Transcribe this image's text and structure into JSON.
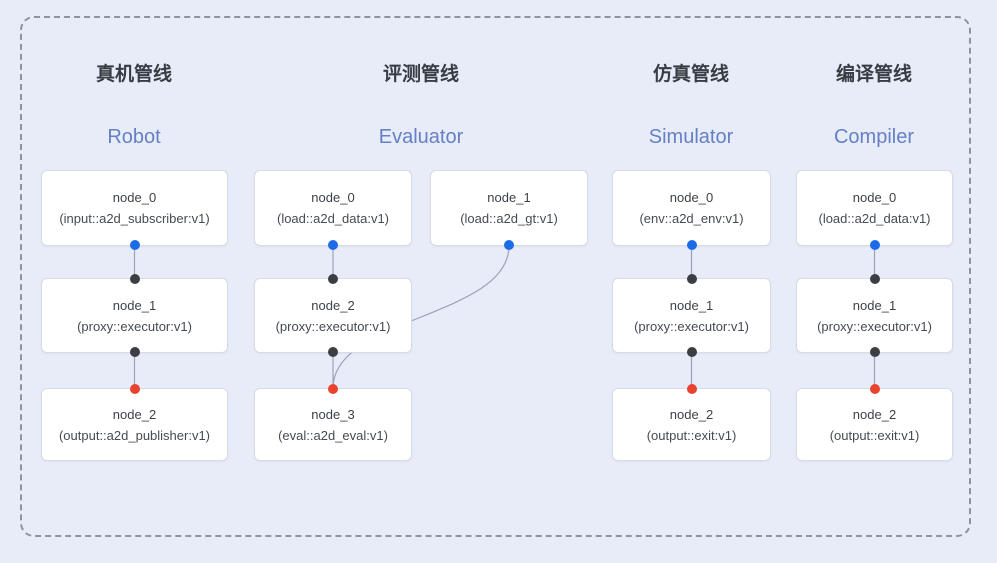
{
  "frame": {
    "background": "#e8ecf8",
    "border_color": "#8f939c"
  },
  "colors": {
    "pipeline_title_dark": "#383d44",
    "pipeline_label_blue": "#6580c4",
    "port_source_blue": "#1c6ce8",
    "port_mid_dark": "#3b3f44",
    "port_target_red": "#e8432f",
    "edge_gray": "#9aa3b5",
    "node_background": "#ffffff",
    "node_border": "#d7dbe4"
  },
  "pipelines": [
    {
      "title_zh": "真机管线",
      "title_en": "Robot",
      "nodes": [
        {
          "name": "node_0",
          "type": "(input::a2d_subscriber:v1)"
        },
        {
          "name": "node_1",
          "type": "(proxy::executor:v1)"
        },
        {
          "name": "node_2",
          "type": "(output::a2d_publisher:v1)"
        }
      ]
    },
    {
      "title_zh": "评测管线",
      "title_en": "Evaluator",
      "nodes": [
        {
          "name": "node_0",
          "type": "(load::a2d_data:v1)"
        },
        {
          "name": "node_1",
          "type": "(load::a2d_gt:v1)"
        },
        {
          "name": "node_2",
          "type": "(proxy::executor:v1)"
        },
        {
          "name": "node_3",
          "type": "(eval::a2d_eval:v1)"
        }
      ]
    },
    {
      "title_zh": "仿真管线",
      "title_en": "Simulator",
      "nodes": [
        {
          "name": "node_0",
          "type": "(env::a2d_env:v1)"
        },
        {
          "name": "node_1",
          "type": "(proxy::executor:v1)"
        },
        {
          "name": "node_2",
          "type": "(output::exit:v1)"
        }
      ]
    },
    {
      "title_zh": "编译管线",
      "title_en": "Compiler",
      "nodes": [
        {
          "name": "node_0",
          "type": "(load::a2d_data:v1)"
        },
        {
          "name": "node_1",
          "type": "(proxy::executor:v1)"
        },
        {
          "name": "node_2",
          "type": "(output::exit:v1)"
        }
      ]
    }
  ]
}
